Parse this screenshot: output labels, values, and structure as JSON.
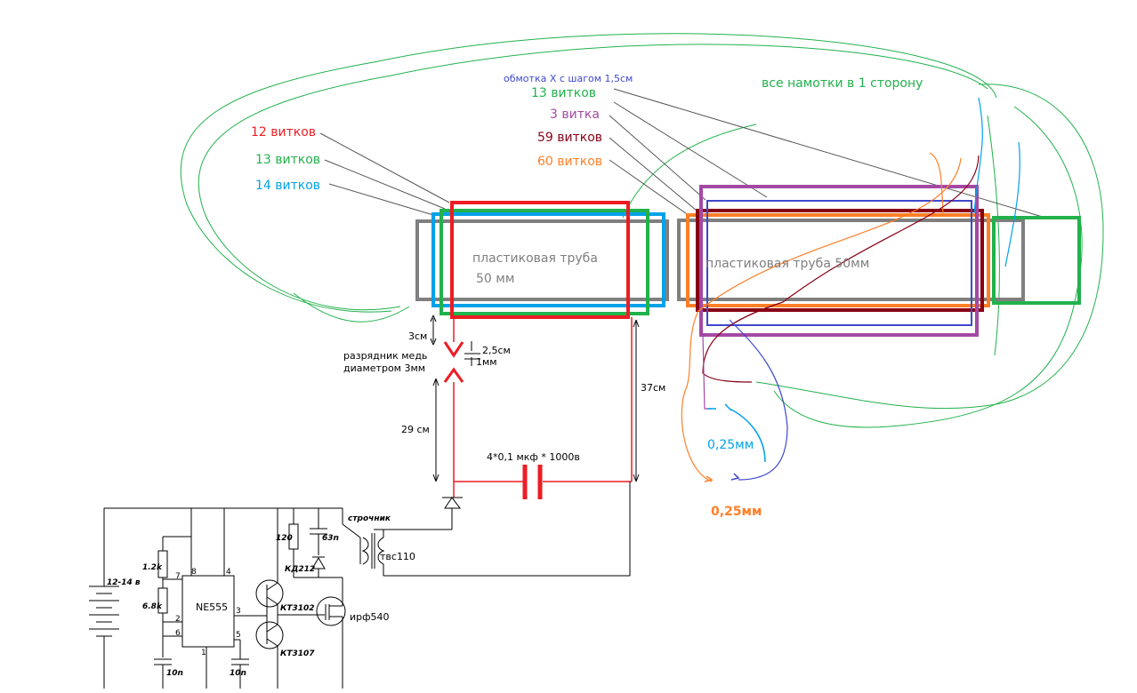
{
  "labels": {
    "turns_12": "12 витков",
    "turns_13_left": "13 витков",
    "turns_14": "14 витков",
    "winding_x": "обмотка X с шагом 1,5см",
    "turns_13_right": "13 витков",
    "turns_3": "3 витка",
    "turns_59": "59 витков",
    "turns_60": "60 витков",
    "all_one_direction": "все намотки в 1 сторону",
    "tube_left_1": "пластиковая труба",
    "tube_left_2": "50 мм",
    "tube_right": "пластиковая труба 50мм",
    "gap_3cm": "3см",
    "gap_25": "2,5см",
    "gap_1mm": "1мм",
    "spark_gap_1": "разрядник медь",
    "spark_gap_2": "диаметром 3мм",
    "dist_37": "37см",
    "dist_29": "29 см",
    "capacitor": "4*0,1 мкф * 1000в",
    "wire_025_blue": "0,25мм",
    "wire_025_orange": "0,25мм"
  },
  "schematic": {
    "flyback": "строчник",
    "flyback_model": "твс110",
    "r120": "120",
    "c63n": "63n",
    "diode": "КД212",
    "r1_2k": "1.2k",
    "r6_8k": "6.8k",
    "supply": "12-14 в",
    "ic": "NE555",
    "pin8": "8",
    "pin4": "4",
    "pin7": "7",
    "pin2": "2",
    "pin6": "6",
    "pin3": "3",
    "pin5": "5",
    "pin1": "1",
    "c10n_a": "10n",
    "c10n_b": "10n",
    "t1": "КТ3102",
    "t2": "КТ3107",
    "mosfet": "ирф540"
  },
  "colors": {
    "red": "#ed1c24",
    "green": "#22b14c",
    "blue": "#00a2e8",
    "gray": "#7f7f7f",
    "purple": "#a349a4",
    "darkred": "#880015",
    "orange": "#ff7f27",
    "navy": "#3f48cc",
    "black": "#000000"
  }
}
